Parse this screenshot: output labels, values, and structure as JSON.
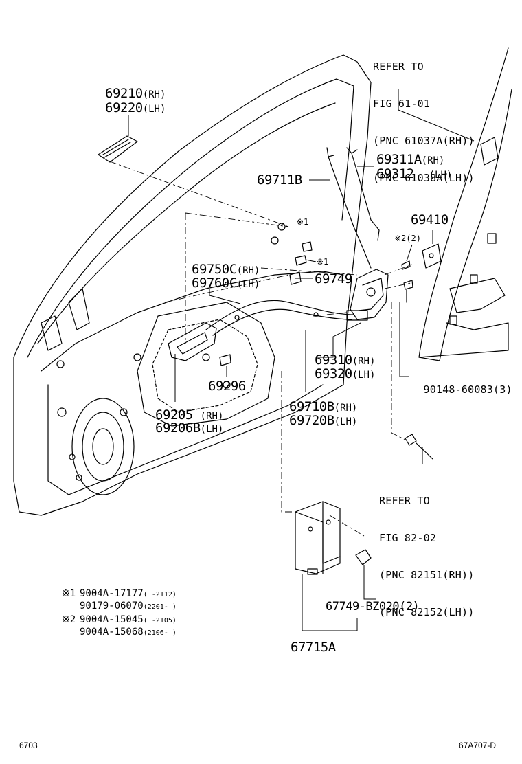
{
  "refer_top": {
    "lines": [
      "REFER TO",
      "FIG 61-01",
      "(PNC 61037A(RH))",
      "(PNC 61038A(LH))"
    ]
  },
  "refer_bottom": {
    "lines": [
      "REFER TO",
      "FIG 82-02",
      "(PNC 82151(RH))",
      "(PNC 82152(LH))"
    ]
  },
  "callouts": {
    "p69210": "69210",
    "p69210_side": "(RH)",
    "p69220": "69220",
    "p69220_side": "(LH)",
    "p69311a": "69311A",
    "p69311a_side": "(RH)",
    "p69312": "69312",
    "p69312_side": "(LH)",
    "p69711b": "69711B",
    "p69410": "69410",
    "mark1_a": "※1",
    "mark1_b": "※1",
    "mark2": "※2",
    "mark2_qty": "(2)",
    "p69750c": "69750C",
    "p69750c_side": "(RH)",
    "p69760c": "69760C",
    "p69760c_side": "(LH)",
    "p69749": "69749",
    "p69310": "69310",
    "p69310_side": "(RH)",
    "p69320": "69320",
    "p69320_side": "(LH)",
    "p90148": "90148-60083(3)",
    "p69296": "69296",
    "p69205": "69205",
    "p69205_side": "(RH)",
    "p69206b": "69206B",
    "p69206b_side": "(LH)",
    "p69710b": "69710B",
    "p69710b_side": "(RH)",
    "p69720b": "69720B",
    "p69720b_side": "(LH)",
    "p67749": "67749-BZ020(2)",
    "p67715a": "67715A"
  },
  "notes": [
    {
      "mark": "※1",
      "part": "9004A-17177",
      "range": "(      -2112)"
    },
    {
      "mark": "",
      "part": "90179-06070",
      "range": "(2201-      )"
    },
    {
      "mark": "※2",
      "part": "9004A-15045",
      "range": "(      -2105)"
    },
    {
      "mark": "",
      "part": "9004A-15068",
      "range": "(2106-      )"
    }
  ],
  "footer": {
    "left": "6703",
    "right": "67A707-D"
  }
}
